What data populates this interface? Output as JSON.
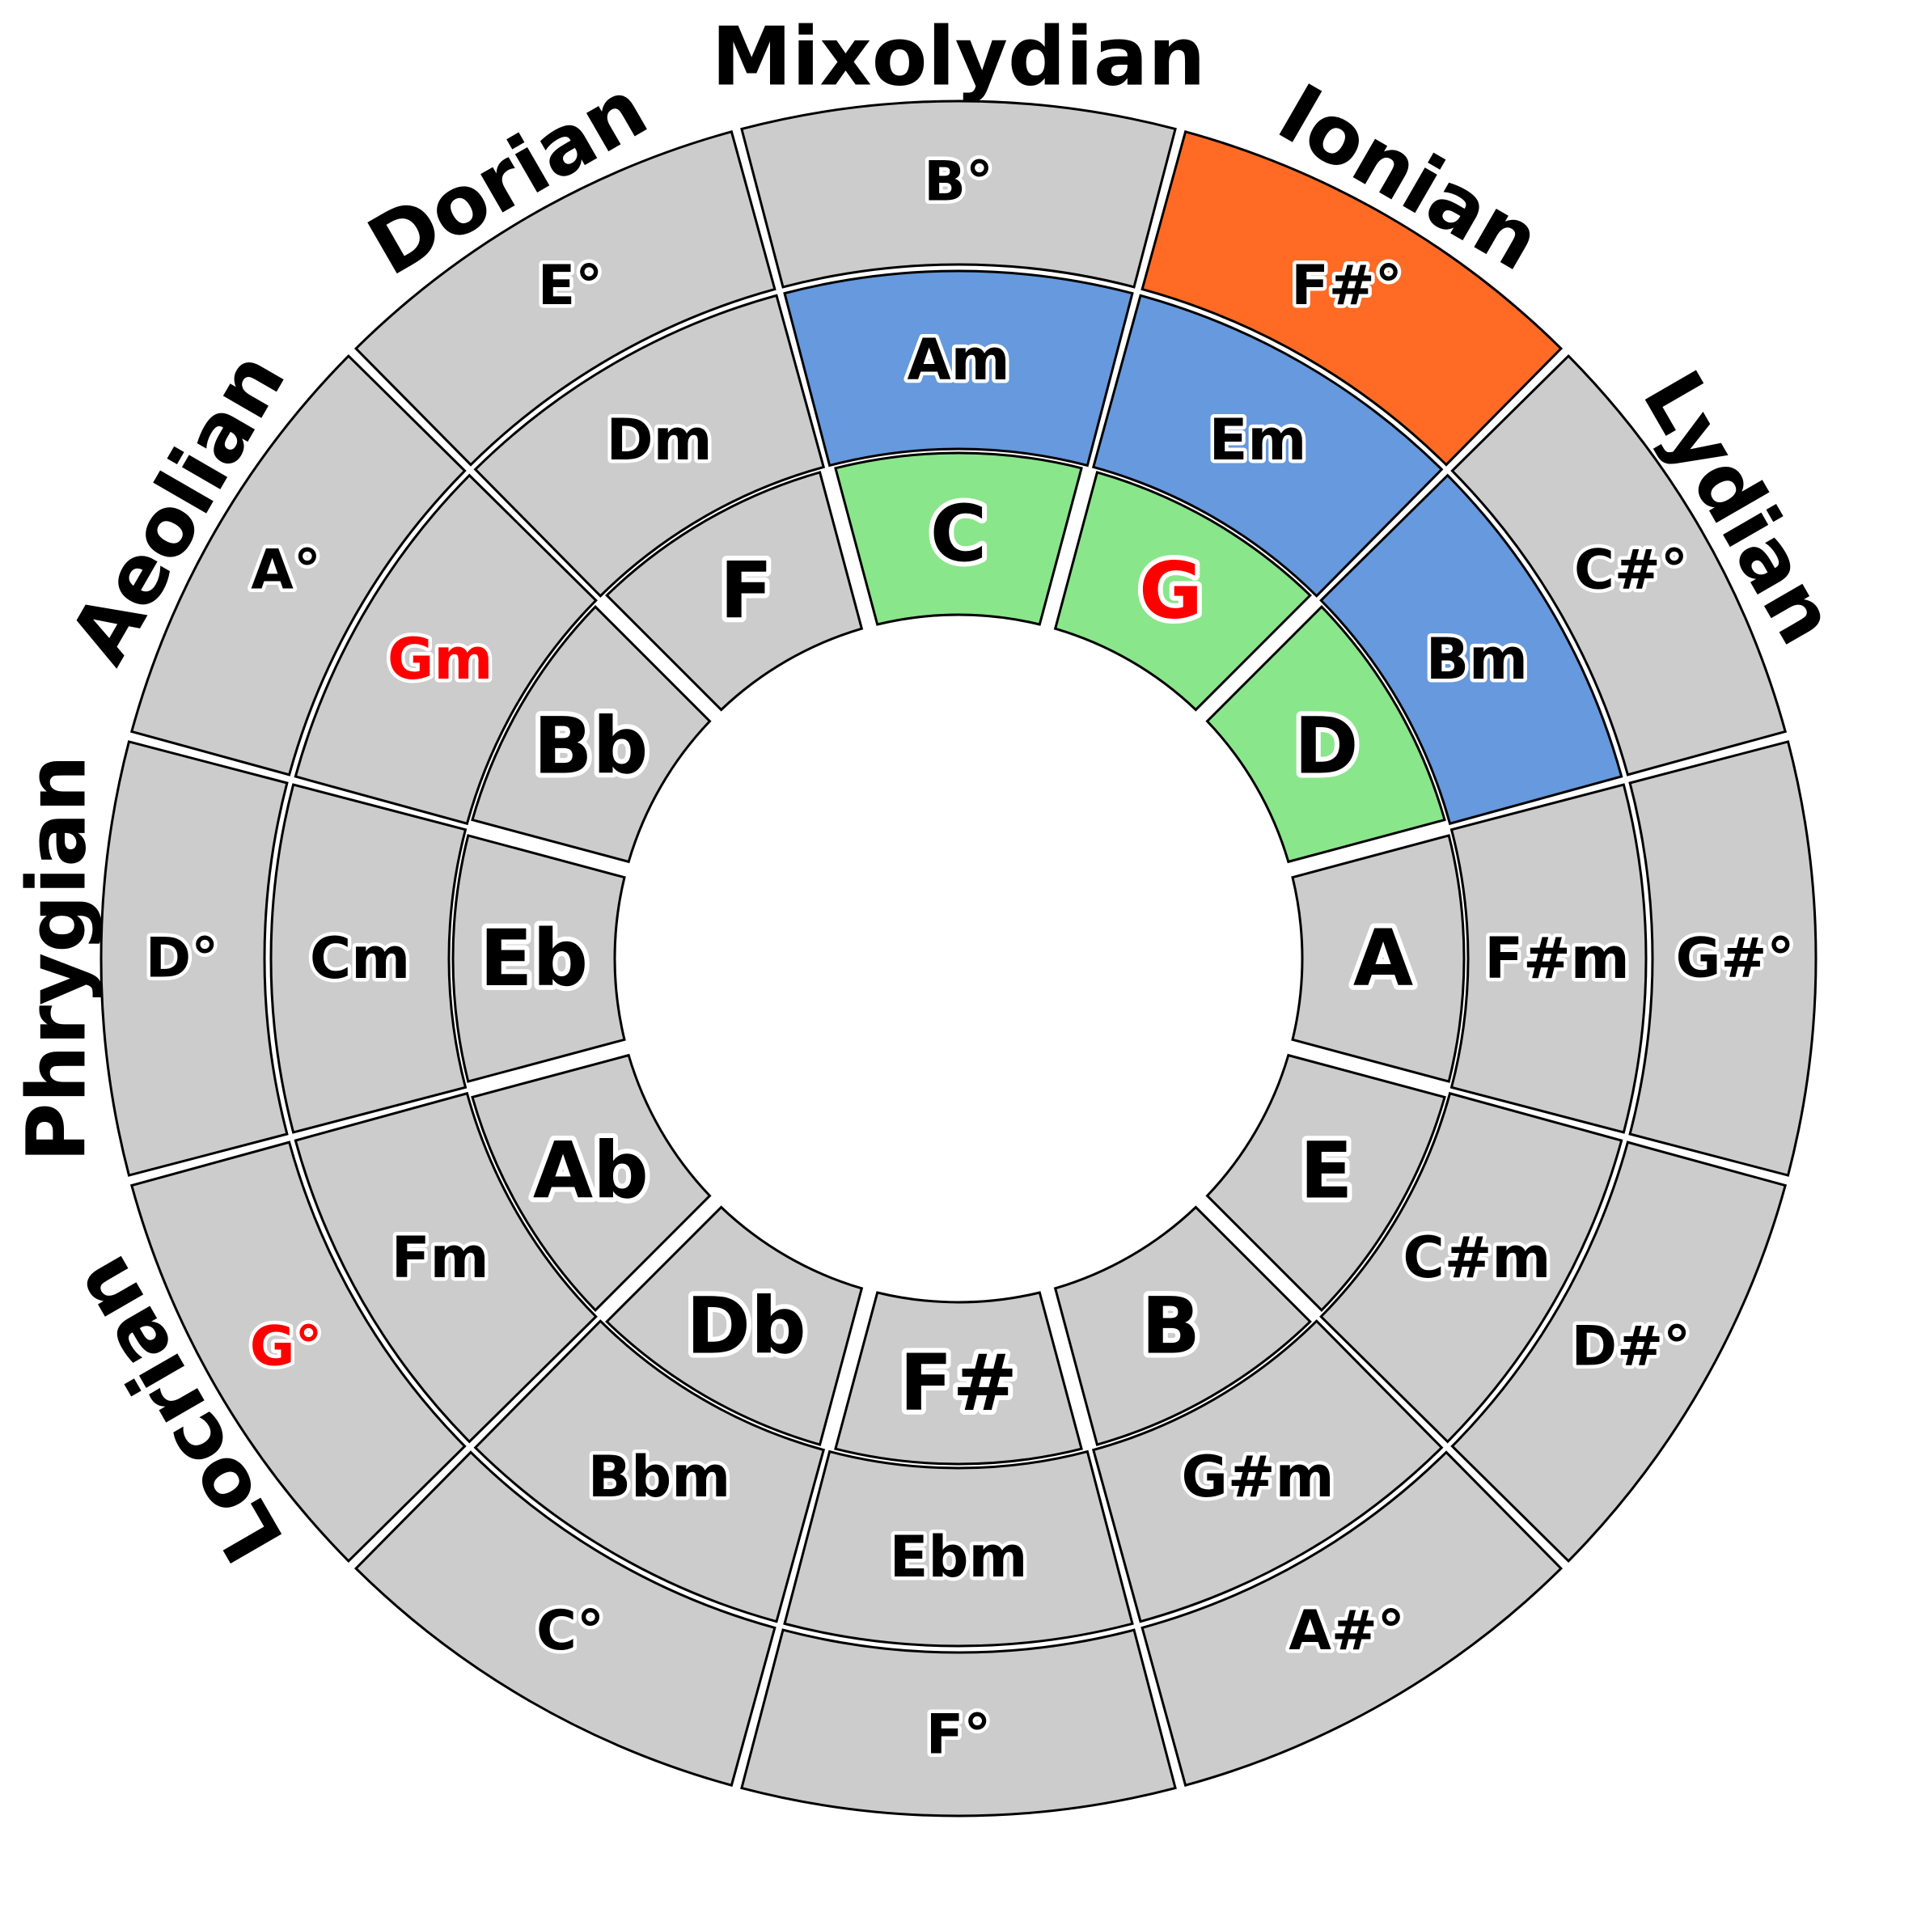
{
  "modes": [
    "Lydian",
    "Ionian",
    "Mixolydian",
    "Dorian",
    "Aeolian",
    "Phrygian",
    "Locrian"
  ],
  "colors": {
    "default": "#cccccc",
    "major_highlight": "#8ae68a",
    "minor_highlight": "#6699dd",
    "dim_highlight": "#ff6b24",
    "emphasis_text": "#ff0000",
    "text": "#000000",
    "text_outline": "#ffffff"
  },
  "rings": {
    "major": {
      "labels": [
        "C",
        "G",
        "D",
        "A",
        "E",
        "B",
        "F#",
        "Db",
        "Ab",
        "Eb",
        "Bb",
        "F"
      ],
      "highlight": [
        "C",
        "G",
        "D"
      ],
      "emphasis": [
        "G"
      ]
    },
    "minor": {
      "labels": [
        "Am",
        "Em",
        "Bm",
        "F#m",
        "C#m",
        "G#m",
        "Ebm",
        "Bbm",
        "Fm",
        "Cm",
        "Gm",
        "Dm"
      ],
      "highlight": [
        "Am",
        "Em",
        "Bm"
      ],
      "emphasis": [
        "Gm"
      ]
    },
    "diminished": {
      "labels": [
        "B°",
        "F#°",
        "C#°",
        "G#°",
        "D#°",
        "A#°",
        "F°",
        "C°",
        "G°",
        "D°",
        "A°",
        "E°"
      ],
      "highlight": [
        "F#°"
      ],
      "emphasis": [
        "G°"
      ]
    }
  }
}
